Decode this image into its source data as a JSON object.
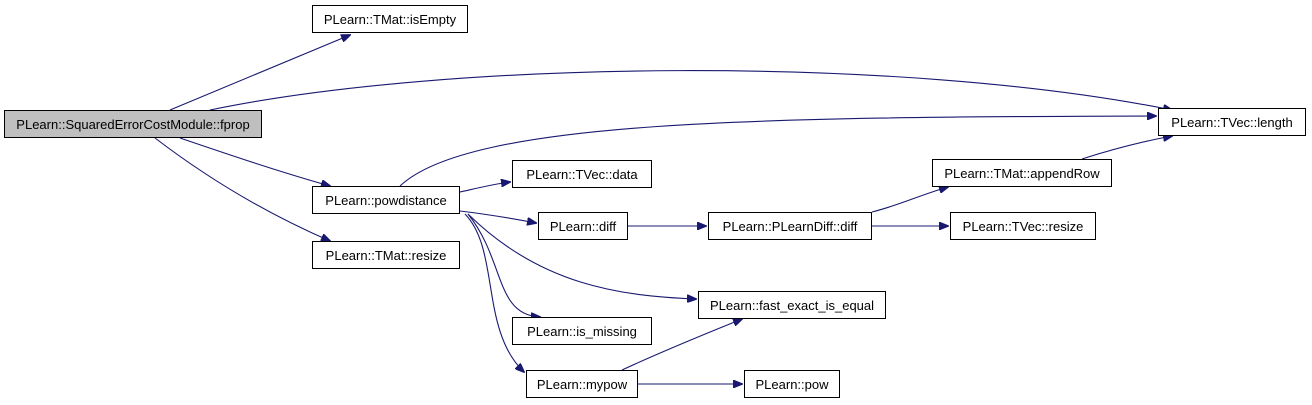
{
  "colors": {
    "edge": "#191970",
    "root_fill": "#bfbfbf",
    "node_fill": "#ffffff",
    "border": "#000000"
  },
  "nodes": {
    "fprop": "PLearn::SquaredErrorCostModule::fprop",
    "isEmpty": "PLearn::TMat::isEmpty",
    "length": "PLearn::TVec::length",
    "powdistance": "PLearn::powdistance",
    "tmat_resize": "PLearn::TMat::resize",
    "data": "PLearn::TVec::data",
    "diff": "PLearn::diff",
    "plearndiff_diff": "PLearn::PLearnDiff::diff",
    "appendRow": "PLearn::TMat::appendRow",
    "tvec_resize": "PLearn::TVec::resize",
    "fast_exact_is_equal": "PLearn::fast_exact_is_equal",
    "is_missing": "PLearn::is_missing",
    "mypow": "PLearn::mypow",
    "pow": "PLearn::pow"
  },
  "edges": [
    [
      "fprop",
      "isEmpty"
    ],
    [
      "fprop",
      "length"
    ],
    [
      "fprop",
      "powdistance"
    ],
    [
      "fprop",
      "tmat_resize"
    ],
    [
      "powdistance",
      "length"
    ],
    [
      "powdistance",
      "data"
    ],
    [
      "powdistance",
      "diff"
    ],
    [
      "powdistance",
      "fast_exact_is_equal"
    ],
    [
      "powdistance",
      "is_missing"
    ],
    [
      "powdistance",
      "mypow"
    ],
    [
      "diff",
      "plearndiff_diff"
    ],
    [
      "plearndiff_diff",
      "appendRow"
    ],
    [
      "plearndiff_diff",
      "tvec_resize"
    ],
    [
      "appendRow",
      "length"
    ],
    [
      "mypow",
      "fast_exact_is_equal"
    ],
    [
      "mypow",
      "pow"
    ]
  ]
}
